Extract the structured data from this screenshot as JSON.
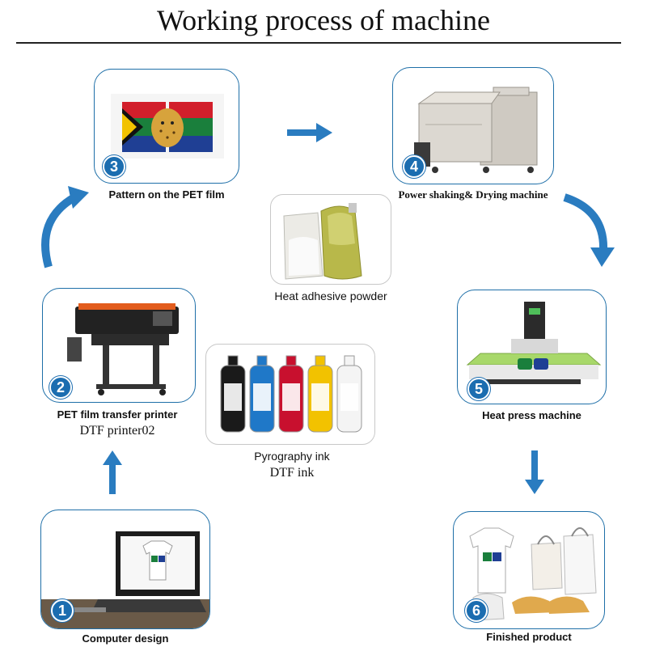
{
  "title": "Working process of machine",
  "steps": [
    {
      "number": "1",
      "label": "Computer design"
    },
    {
      "number": "2",
      "label": "PET film transfer printer",
      "sublabel": "DTF printer02"
    },
    {
      "number": "3",
      "label": "Pattern on the PET film"
    },
    {
      "number": "4",
      "label": "Power shaking& Drying machine"
    },
    {
      "number": "5",
      "label": "Heat press machine"
    },
    {
      "number": "6",
      "label": "Finished product"
    }
  ],
  "materials": {
    "powder": {
      "label": "Heat adhesive powder"
    },
    "ink": {
      "label": "Pyrography ink",
      "sublabel": "DTF ink"
    }
  },
  "colors": {
    "accent": "#1b6db0",
    "ink_bottles": [
      "#1a1a1a",
      "#1f78c8",
      "#c8102e",
      "#f2c200",
      "#f4f4f4"
    ]
  }
}
